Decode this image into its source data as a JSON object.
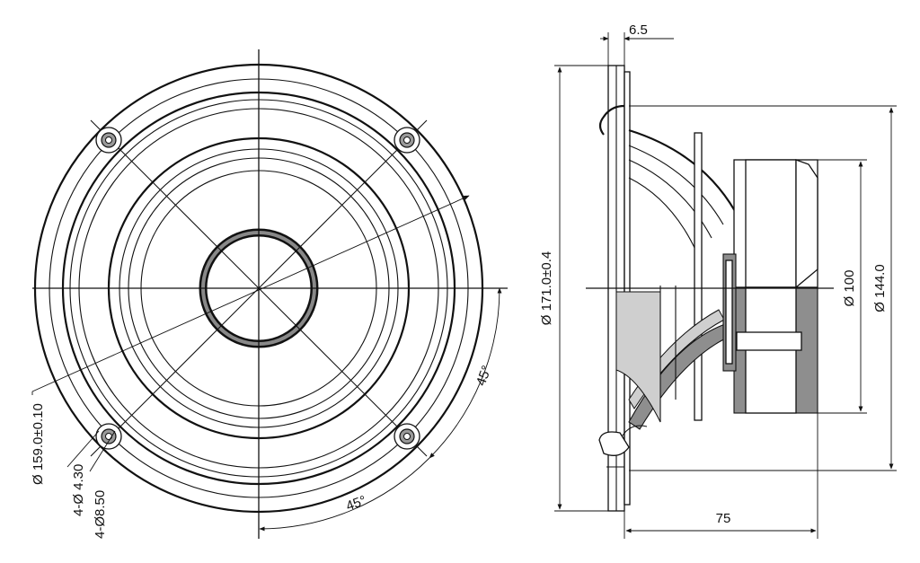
{
  "front_view": {
    "outer_diameter": "Ø 159.0±0.10",
    "mounting_pcd": "4-Ø 4.30",
    "mounting_holes": "4-Ø8.50",
    "angle_right": "45°",
    "angle_bottom": "45°"
  },
  "side_view": {
    "flange_thickness": "6.5",
    "frame_diameter": "Ø 171.0±0.4",
    "magnet_diameter": "Ø 100",
    "basket_diameter": "Ø 144.0",
    "depth": "75"
  },
  "colors": {
    "line": "#111111",
    "background": "#ffffff",
    "shade": "#8e8e8e"
  }
}
